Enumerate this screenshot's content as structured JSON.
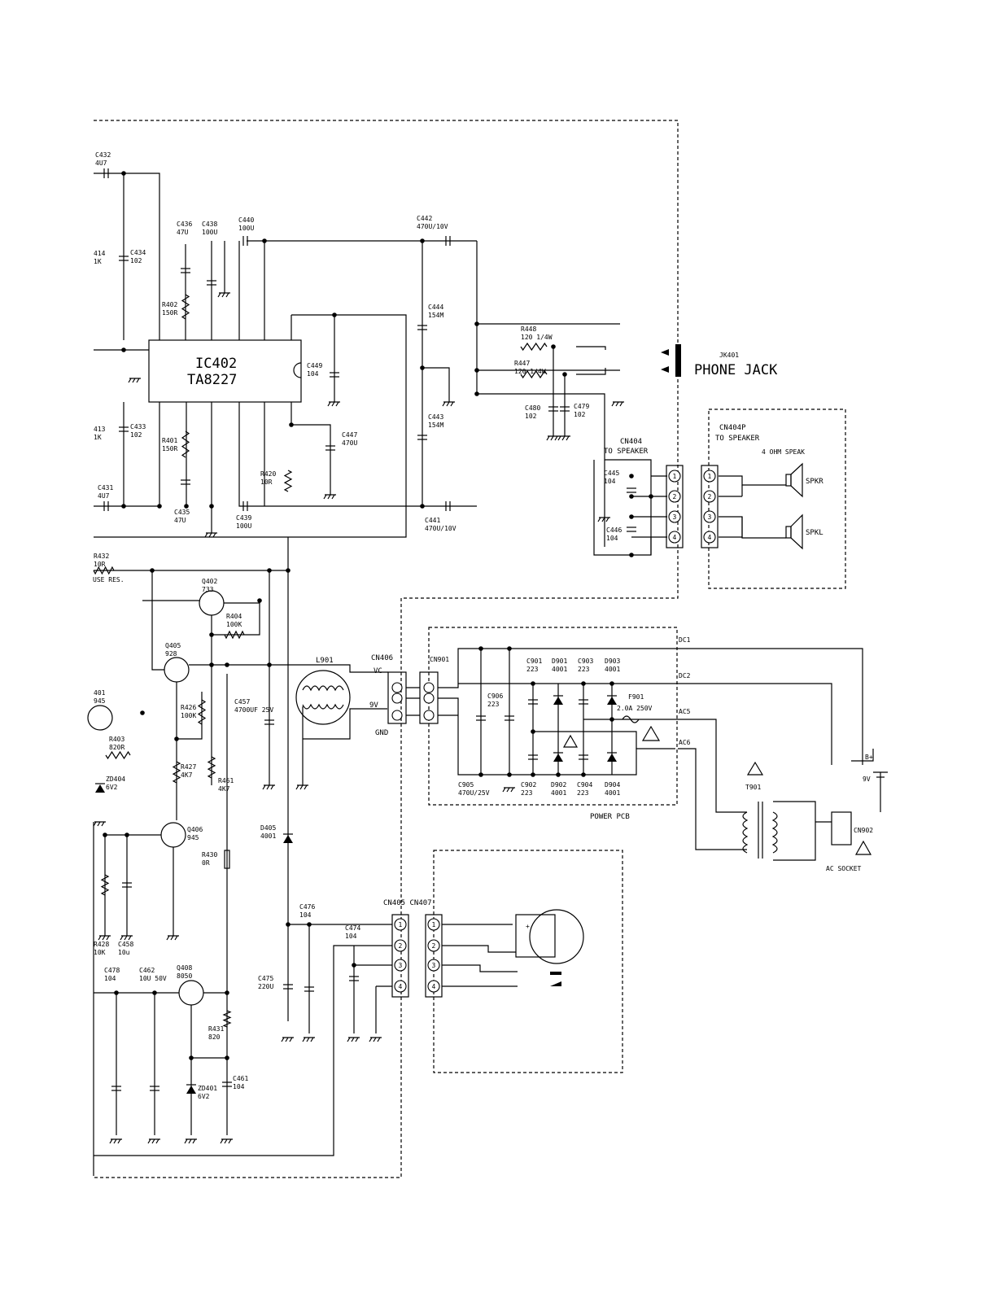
{
  "ic": {
    "ref": "IC402",
    "part": "TA8227"
  },
  "jack": {
    "ref": "JK401",
    "name": "PHONE JACK"
  },
  "cn404": {
    "ref": "CN404",
    "desc": "TO SPEAKER"
  },
  "cn404p": {
    "ref": "CN404P",
    "desc": "TO SPEAKER",
    "note": "4 OHM SPEAK"
  },
  "speakers": {
    "right": "SPKR",
    "left": "SPKL"
  },
  "power_pcb": "POWER PCB",
  "ac_socket": "AC SOCKET",
  "cn406": {
    "ref": "CN406",
    "vc": "VC",
    "v9": "9V",
    "gnd": "GND"
  },
  "cn901": "CN901",
  "cn902": "CN902",
  "cn405_407": "CN405 CN407",
  "dc_nodes": [
    "DC1",
    "DC2",
    "AC5",
    "AC6"
  ],
  "battery": {
    "plus": "B+",
    "volt": "9V"
  },
  "t901": "T901",
  "l901": "L901",
  "fuse": {
    "ref": "F901",
    "rating": "2.0A 250V"
  },
  "fuse_note": "USE RES.",
  "pin_numbers": [
    "1",
    "2",
    "3",
    "4"
  ],
  "components": [
    {
      "ref": "C432",
      "val": "4U7"
    },
    {
      "ref": "C436",
      "val": "47U"
    },
    {
      "ref": "C438",
      "val": "100U"
    },
    {
      "ref": "C440",
      "val": "100U"
    },
    {
      "ref": "C442",
      "val": "470U/10V"
    },
    {
      "ref": "414",
      "val": "1K"
    },
    {
      "ref": "C434",
      "val": "102"
    },
    {
      "ref": "R402",
      "val": "150R"
    },
    {
      "ref": "C444",
      "val": "154M"
    },
    {
      "ref": "R448",
      "val": "120 1/4W"
    },
    {
      "ref": "R447",
      "val": "120 1/4W"
    },
    {
      "ref": "C449",
      "val": "104"
    },
    {
      "ref": "C443",
      "val": "154M"
    },
    {
      "ref": "C480",
      "val": "102"
    },
    {
      "ref": "C479",
      "val": "102"
    },
    {
      "ref": "413",
      "val": "1K"
    },
    {
      "ref": "C433",
      "val": "102"
    },
    {
      "ref": "R401",
      "val": "150R"
    },
    {
      "ref": "C447",
      "val": "470U"
    },
    {
      "ref": "R420",
      "val": "10R"
    },
    {
      "ref": "C445",
      "val": "104"
    },
    {
      "ref": "C431",
      "val": "4U7"
    },
    {
      "ref": "C435",
      "val": "47U"
    },
    {
      "ref": "C439",
      "val": "100U"
    },
    {
      "ref": "C441",
      "val": "470U/10V"
    },
    {
      "ref": "C446",
      "val": "104"
    },
    {
      "ref": "R432",
      "val": "10R"
    },
    {
      "ref": "Q402",
      "val": "733"
    },
    {
      "ref": "R404",
      "val": "100K"
    },
    {
      "ref": "Q405",
      "val": "928"
    },
    {
      "ref": "401",
      "val": "945"
    },
    {
      "ref": "R426",
      "val": "100K"
    },
    {
      "ref": "C457",
      "val": "4700UF 25V"
    },
    {
      "ref": "R403",
      "val": "820R"
    },
    {
      "ref": "ZD404",
      "val": "6V2"
    },
    {
      "ref": "R427",
      "val": "4K7"
    },
    {
      "ref": "R461",
      "val": "4K7"
    },
    {
      "ref": "Q406",
      "val": "945"
    },
    {
      "ref": "R430",
      "val": "0R"
    },
    {
      "ref": "D405",
      "val": "4001"
    },
    {
      "ref": "R428",
      "val": "10K"
    },
    {
      "ref": "C458",
      "val": "10u"
    },
    {
      "ref": "C476",
      "val": "104"
    },
    {
      "ref": "C474",
      "val": "104"
    },
    {
      "ref": "C478",
      "val": "104"
    },
    {
      "ref": "C462",
      "val": "10U 50V"
    },
    {
      "ref": "Q408",
      "val": "8050"
    },
    {
      "ref": "R431",
      "val": "820"
    },
    {
      "ref": "C475",
      "val": "220U"
    },
    {
      "ref": "ZD401",
      "val": "6V2"
    },
    {
      "ref": "C461",
      "val": "104"
    },
    {
      "ref": "C901",
      "val": "223"
    },
    {
      "ref": "D901",
      "val": "4001"
    },
    {
      "ref": "C903",
      "val": "223"
    },
    {
      "ref": "D903",
      "val": "4001"
    },
    {
      "ref": "C906",
      "val": "223"
    },
    {
      "ref": "C905",
      "val": "470U/25V"
    },
    {
      "ref": "C902",
      "val": "223"
    },
    {
      "ref": "D902",
      "val": "4001"
    },
    {
      "ref": "C904",
      "val": "223"
    },
    {
      "ref": "D904",
      "val": "4001"
    }
  ]
}
